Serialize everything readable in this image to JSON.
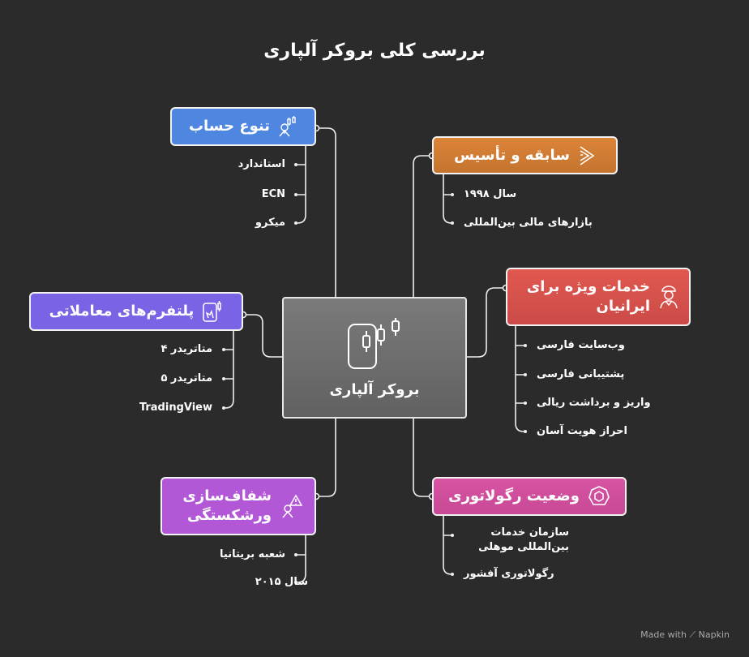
{
  "title": "بررسی کلی بروکر آلپاری",
  "center": {
    "label": "بروکر آلپاری",
    "icon": "candlestick-chart-phone-icon"
  },
  "branches": [
    {
      "id": "account",
      "label": "تنوع حساب",
      "color": "#4f86e0",
      "icon": "trader-chart-icon",
      "items": [
        "استاندارد",
        "ECN",
        "میکرو"
      ]
    },
    {
      "id": "history",
      "label": "سابقه و تأسیس",
      "color": "#d27f34",
      "icon": "arrows-icon",
      "items": [
        "سال ۱۹۹۸",
        "بازارهای مالی بین‌المللی"
      ]
    },
    {
      "id": "iranian",
      "label": "خدمات ویژه برای ایرانیان",
      "color": "#d9534f",
      "icon": "support-agent-icon",
      "items": [
        "وب‌سایت فارسی",
        "پشتیبانی فارسی",
        "واریز و برداشت ریالی",
        "احراز هویت آسان"
      ]
    },
    {
      "id": "platforms",
      "label": "پلتفرم‌های معاملاتی",
      "color": "#7b63e6",
      "icon": "touch-chart-icon",
      "items": [
        "متاتریدر ۴",
        "متاتریدر ۵",
        "TradingView"
      ]
    },
    {
      "id": "bankruptcy",
      "label": "شفاف‌سازی ورشکستگی",
      "color": "#b257d6",
      "icon": "warning-person-icon",
      "items": [
        "شعبه بریتانیا",
        "سال ۲۰۱۵"
      ]
    },
    {
      "id": "regulation",
      "label": "وضعیت رگولاتوری",
      "color": "#d14f9e",
      "icon": "shield-badge-icon",
      "items": [
        "سازمان خدمات بین‌المللی موهلی",
        "رگولاتوری آفشور"
      ]
    }
  ],
  "footer": "Made with ⟋ Napkin"
}
